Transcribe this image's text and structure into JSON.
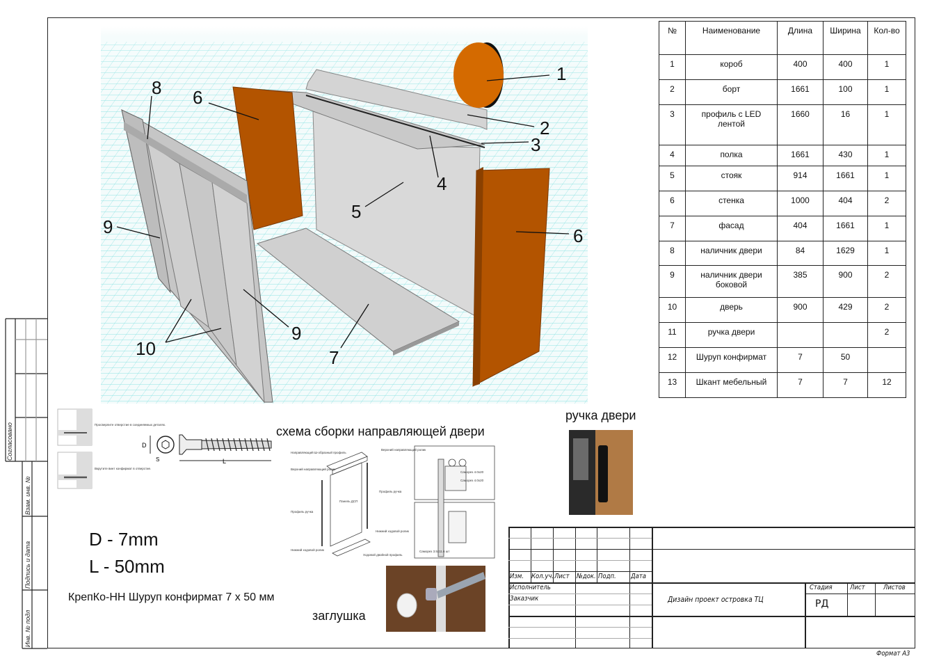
{
  "spec_table": {
    "headers": [
      "№",
      "Наименование",
      "Длина",
      "Ширина",
      "Кол-во"
    ],
    "rows": [
      [
        "1",
        "короб",
        "400",
        "400",
        "1"
      ],
      [
        "2",
        "борт",
        "1661",
        "100",
        "1"
      ],
      [
        "3",
        "профиль с LED лентой",
        "1660",
        "16",
        "1"
      ],
      [
        "4",
        "полка",
        "1661",
        "430",
        "1"
      ],
      [
        "5",
        "стояк",
        "914",
        "1661",
        "1"
      ],
      [
        "6",
        "стенка",
        "1000",
        "404",
        "2"
      ],
      [
        "7",
        "фасад",
        "404",
        "1661",
        "1"
      ],
      [
        "8",
        "наличник двери",
        "84",
        "1629",
        "1"
      ],
      [
        "9",
        "наличник двери боковой",
        "385",
        "900",
        "2"
      ],
      [
        "10",
        "дверь",
        "900",
        "429",
        "2"
      ],
      [
        "11",
        "ручка двери",
        "",
        "",
        "2"
      ],
      [
        "12",
        "Шуруп конфирмат",
        "7",
        "50",
        ""
      ],
      [
        "13",
        "Шкант мебельный",
        "7",
        "7",
        "12"
      ]
    ]
  },
  "render": {
    "callouts": [
      "1",
      "2",
      "3",
      "4",
      "5",
      "6",
      "6",
      "7",
      "8",
      "9",
      "9",
      "10"
    ],
    "colors": {
      "orange": "#b35400",
      "disc": "#d46a00",
      "panel": "#d7d7d7",
      "grid": "#5fd6d6"
    }
  },
  "screw": {
    "step1": "Просверлите отверстие в соединяемых деталях.",
    "step2": "Вкрутите винт конфирмат в отверстие.",
    "dim_d": "D",
    "dim_s": "S",
    "dim_l": "L",
    "d_value": "D - 7mm",
    "l_value": "L - 50mm",
    "caption": "КрепКо-НН Шуруп конфирмат 7 х 50 мм"
  },
  "assembly": {
    "title": "схема сборки направляющей двери",
    "labels": [
      "Направляющий Ш-образный профиль",
      "Верхний направляющий ролик",
      "Верхний направляющий ролик",
      "Профиль ручка",
      "Панель ДСП",
      "Профиль ручка",
      "Нижний ходовой ролик",
      "Нижний ходовой ролик",
      "Ходовой двойной профиль",
      "Саморез 4.0х20",
      "Саморез 4.0х20",
      "Саморез 3.5х11.6 шт"
    ]
  },
  "handle": {
    "title": "ручка двери"
  },
  "plug": {
    "title": "заглушка"
  },
  "left_stamp": [
    "Согласовано",
    "Взам. инв. №",
    "Подпись и дата",
    "Инв. № подл"
  ],
  "title_block": {
    "cols": [
      "Изм.",
      "Кол.уч.",
      "Лист",
      "№док.",
      "Подп.",
      "Дата"
    ],
    "executor": "Исполнитель",
    "customer": "Заказчик",
    "project": "Дизайн проект островка ТЦ",
    "stage_label": "Стадия",
    "sheet_label": "Лист",
    "sheets_label": "Листов",
    "stage": "РД",
    "format": "Формат А3"
  }
}
